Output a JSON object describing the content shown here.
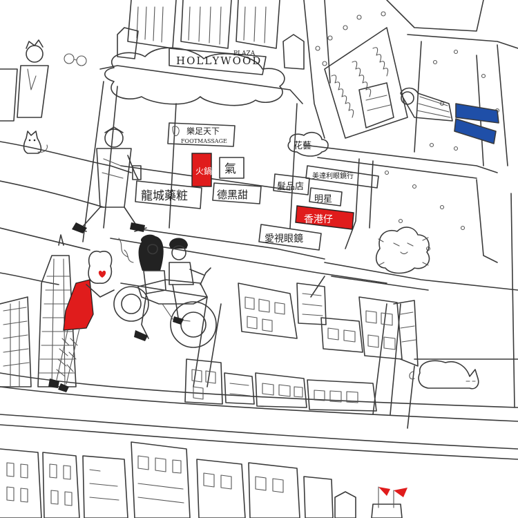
{
  "map": {
    "background": "#ffffff",
    "ink_color": "#3a3a3a",
    "accent_red": "#e01c1c",
    "accent_blue": "#1f4fa8",
    "hollywood_sign": "HOLLYWOOD",
    "plaza_sign": "PLAZA",
    "foot_massage_cn": "樂足天下",
    "foot_massage_en": "FOOTMASSAGE",
    "hotpot_sign": "火鍋",
    "qi_sign": "氣",
    "pharmacy_sign": "龍城藥粧",
    "dessert_sign": "德黑甜",
    "florist_sign": "花藝",
    "beauty_sign": "美達利眼鏡行",
    "cosmetics_sign": "髮品店",
    "star_sign": "明星",
    "hong_kong_sign": "香港仔",
    "optical_sign": "愛視眼鏡"
  }
}
